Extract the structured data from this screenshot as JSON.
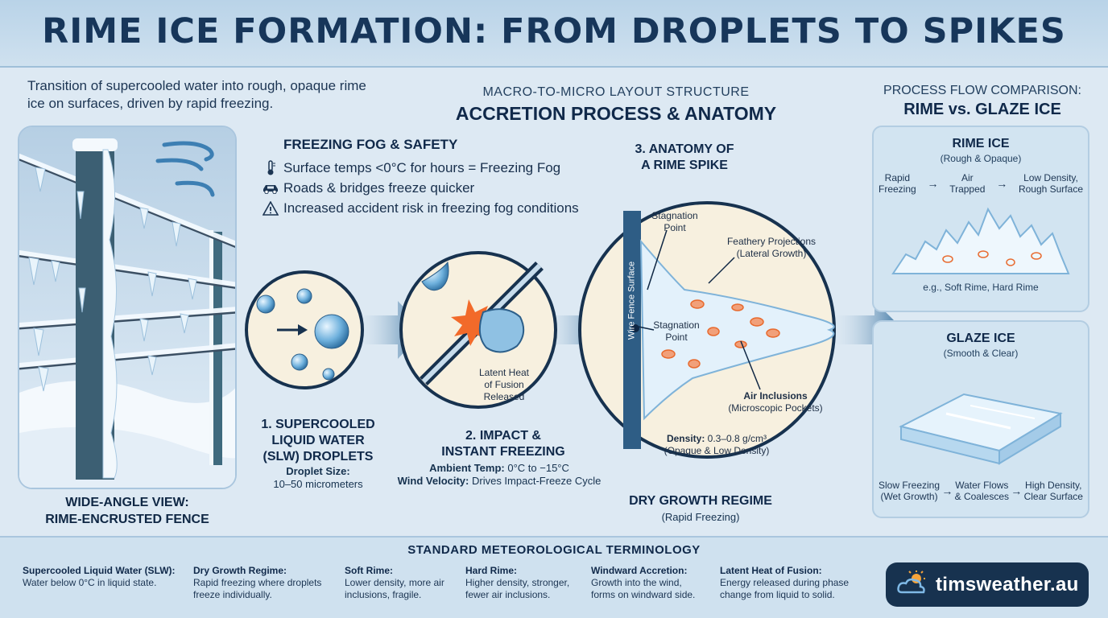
{
  "title": "RIME ICE FORMATION: FROM DROPLETS TO SPIKES",
  "intro": "Transition of supercooled water into rough, opaque rime ice on surfaces, driven by rapid freezing.",
  "center_header": {
    "sub": "MACRO-TO-MICRO LAYOUT STRUCTURE",
    "main": "ACCRETION PROCESS & ANATOMY"
  },
  "right_header": {
    "sub": "PROCESS FLOW COMPARISON:",
    "main": "RIME vs. GLAZE ICE"
  },
  "fence_caption": {
    "line1": "WIDE-ANGLE VIEW:",
    "line2": "RIME-ENCRUSTED FENCE"
  },
  "safety": {
    "heading": "FREEZING FOG & SAFETY",
    "items": [
      {
        "icon": "thermometer-icon",
        "text": "Surface temps <0°C for hours = Freezing Fog"
      },
      {
        "icon": "car-icon",
        "text": "Roads & bridges freeze quicker"
      },
      {
        "icon": "warning-icon",
        "text": "Increased accident risk in freezing fog conditions"
      }
    ]
  },
  "step1": {
    "l1": "1. SUPERCOOLED",
    "l2": "LIQUID WATER",
    "l3": "(SLW) DROPLETS",
    "k": "Droplet Size:",
    "v": "10–50 micrometers"
  },
  "step2": {
    "l1": "2. IMPACT &",
    "l2": "INSTANT FREEZING",
    "k1": "Ambient Temp:",
    "v1": " 0°C to −15°C",
    "k2": "Wind Velocity:",
    "v2": " Drives Impact-Freeze Cycle",
    "latent": {
      "l1": "Latent Heat",
      "l2": "of Fusion",
      "l3": "Released"
    }
  },
  "step3": {
    "l1": "3. ANATOMY OF",
    "l2": "A RIME SPIKE",
    "wire_label": "Wire Fence Surface",
    "stag1": {
      "l1": "Stagnation",
      "l2": "Point"
    },
    "stag2": {
      "l1": "Stagnation",
      "l2": "Point"
    },
    "feathery": {
      "l1": "Feathery Projections",
      "l2": "(Lateral Growth)"
    },
    "air": {
      "l1": "Air Inclusions",
      "l2": "(Microscopic Pockets)"
    },
    "density_k": "Density:",
    "density_v": " 0.3–0.8 g/cm³",
    "density_note": "(Opaque & Low Density)"
  },
  "dry_growth": {
    "title": "DRY GROWTH REGIME",
    "sub": "(Rapid Freezing)"
  },
  "rime_card": {
    "title": "RIME ICE",
    "sub": "(Rough & Opaque)",
    "flow": [
      {
        "l1": "Rapid",
        "l2": "Freezing"
      },
      {
        "l1": "Air",
        "l2": "Trapped"
      },
      {
        "l1": "Low Density,",
        "l2": "Rough Surface"
      }
    ],
    "examples": "e.g., Soft Rime, Hard Rime"
  },
  "glaze_card": {
    "title": "GLAZE ICE",
    "sub": "(Smooth & Clear)",
    "flow": [
      {
        "l1": "Slow Freezing",
        "l2": "(Wet Growth)"
      },
      {
        "l1": "Water Flows",
        "l2": "& Coalesces"
      },
      {
        "l1": "High Density,",
        "l2": "Clear Surface"
      }
    ]
  },
  "terminology": {
    "heading": "STANDARD METEOROLOGICAL TERMINOLOGY",
    "items": [
      {
        "term": "Supercooled Liquid Water (SLW):",
        "l1": "Water below 0°C in liquid state.",
        "l2": ""
      },
      {
        "term": "Dry Growth Regime:",
        "l1": "Rapid freezing where droplets",
        "l2": "freeze individually."
      },
      {
        "term": "Soft Rime:",
        "l1": "Lower density, more air",
        "l2": "inclusions, fragile."
      },
      {
        "term": "Hard Rime:",
        "l1": "Higher density, stronger,",
        "l2": "fewer air inclusions."
      },
      {
        "term": "Windward Accretion:",
        "l1": "Growth into the wind,",
        "l2": "forms on windward side."
      },
      {
        "term": "Latent Heat of Fusion:",
        "l1": "Energy released during phase",
        "l2": "change from liquid to solid."
      }
    ]
  },
  "logo": "timsweather.au",
  "colors": {
    "navy": "#17365a",
    "ice": "#eaf4fb",
    "arrow": "#2d6a9b",
    "accent": "#f06a2a"
  }
}
